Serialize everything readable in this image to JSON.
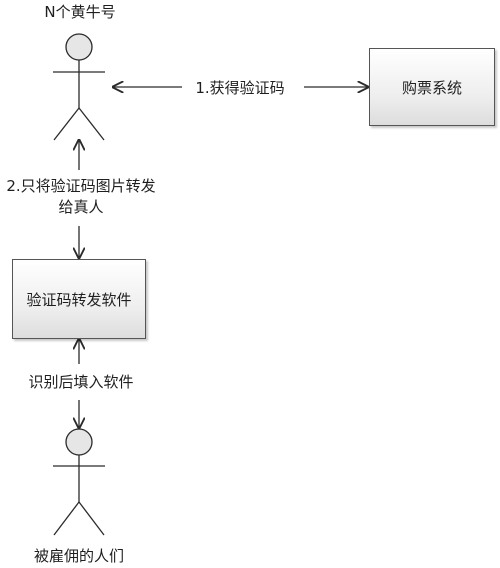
{
  "actors": {
    "top_label": "N个黄牛号",
    "bottom_label": "被雇佣的人们"
  },
  "boxes": {
    "ticket_system": "购票系统",
    "forwarding_software": "验证码转发软件"
  },
  "edges": {
    "get_captcha": "1.获得验证码",
    "forward_to_humans": "2.只将验证码图片转发给真人",
    "fill_in_software": "识别后填入软件"
  },
  "colors": {
    "stroke": "#2b2b2b",
    "actor_head_fill": "#e6e6e6",
    "box_border": "#555555"
  }
}
